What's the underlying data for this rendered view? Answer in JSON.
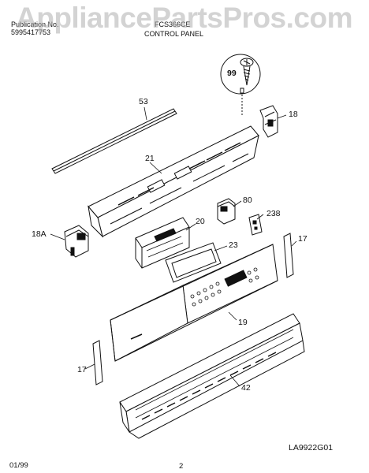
{
  "header": {
    "pub_label": "Publication No.",
    "pub_number": "5995417753",
    "model": "FCS366CE",
    "section": "CONTROL PANEL"
  },
  "watermark": "AppliancePartsPros.com",
  "callouts": {
    "c53": "53",
    "c99": "99",
    "c18": "18",
    "c21": "21",
    "c80": "80",
    "c238": "238",
    "c20": "20",
    "c18A": "18A",
    "c23": "23",
    "c17_right": "17",
    "c19": "19",
    "c17_left": "17",
    "c42": "42"
  },
  "footer": {
    "figure_code": "LA9922G01",
    "date": "01/99",
    "page": "2"
  }
}
